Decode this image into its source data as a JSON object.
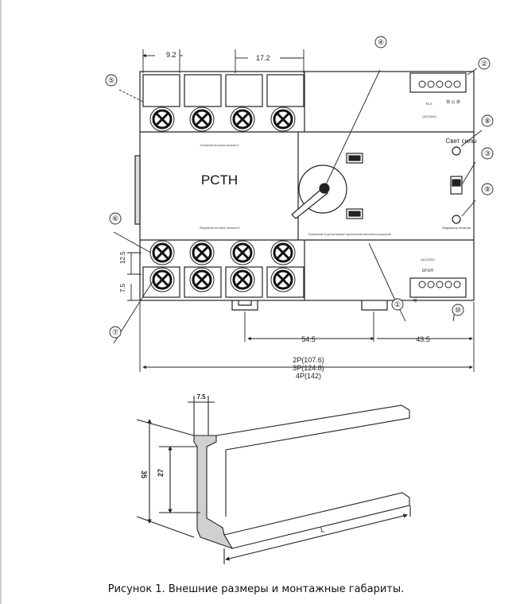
{
  "dims": {
    "pitch_small": "9.2",
    "pitch_large": "17.2",
    "h_12_5": "12.5",
    "h_7_5": "7.5",
    "w_54_5": "54.5",
    "w_43_5": "43.5",
    "overall_2p": "2P(107.6)",
    "overall_3p": "3P(124.8)",
    "overall_4p": "4P(142)"
  },
  "callouts": [
    "①",
    "②",
    "③",
    "④",
    "⑤",
    "⑥",
    "⑦",
    "⑧",
    "⑨",
    "⑩"
  ],
  "device": {
    "model": "PCTH",
    "power_light": "Свет силы",
    "indicator_label": "Индикатор питания",
    "small_text_top": "Основной источник питания A",
    "small_text_bottom": "Резервный источник питания B",
    "small_text_note": "Примечание: В ручном режиме переключение выполняется рукояткой",
    "term_top_labels": [
      "N.A.",
      "(AC220V)",
      "常 公 常"
    ],
    "term_bottom_labels": [
      "(AC220V)",
      "EP.EH",
      "常"
    ]
  },
  "rail": {
    "dim_7_5": "7.5",
    "dim_35": "35",
    "dim_27": "27",
    "dim_L": "L"
  },
  "caption": "Рисунок 1. Внешние размеры и монтажные габариты."
}
